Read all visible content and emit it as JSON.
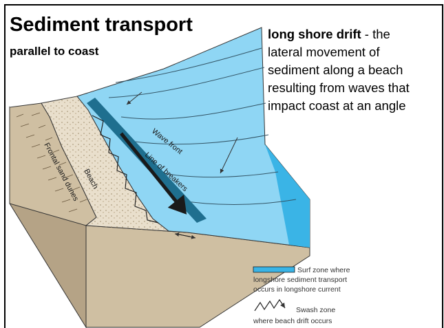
{
  "title": "Sediment transport",
  "subtitle": "parallel to coast",
  "definition": {
    "term": "long shore drift",
    "separator": " - ",
    "lines": [
      "the",
      "lateral movement of",
      "sediment along a beach",
      "resulting from waves that",
      "impact coast at an angle"
    ]
  },
  "diagram": {
    "labels": {
      "wave_front": "Wave front",
      "line_of_breakers": "Line of breakers",
      "beach": "Beach",
      "dunes": "Frontal sand dunes"
    },
    "legend": {
      "surf_zone": [
        "Surf zone where",
        "longshore sediment transport",
        "occurs in longshore current"
      ],
      "swash_zone": [
        "Swash zone",
        "where beach drift occurs"
      ]
    },
    "colors": {
      "water_light": "#8fd6f4",
      "water_mid": "#3ab4e6",
      "water_dark": "#1e8ab8",
      "surf_band": "#1f6f8f",
      "sand": "#e9dfcc",
      "land": "#cfbfa2",
      "land_dark": "#b5a386"
    }
  }
}
